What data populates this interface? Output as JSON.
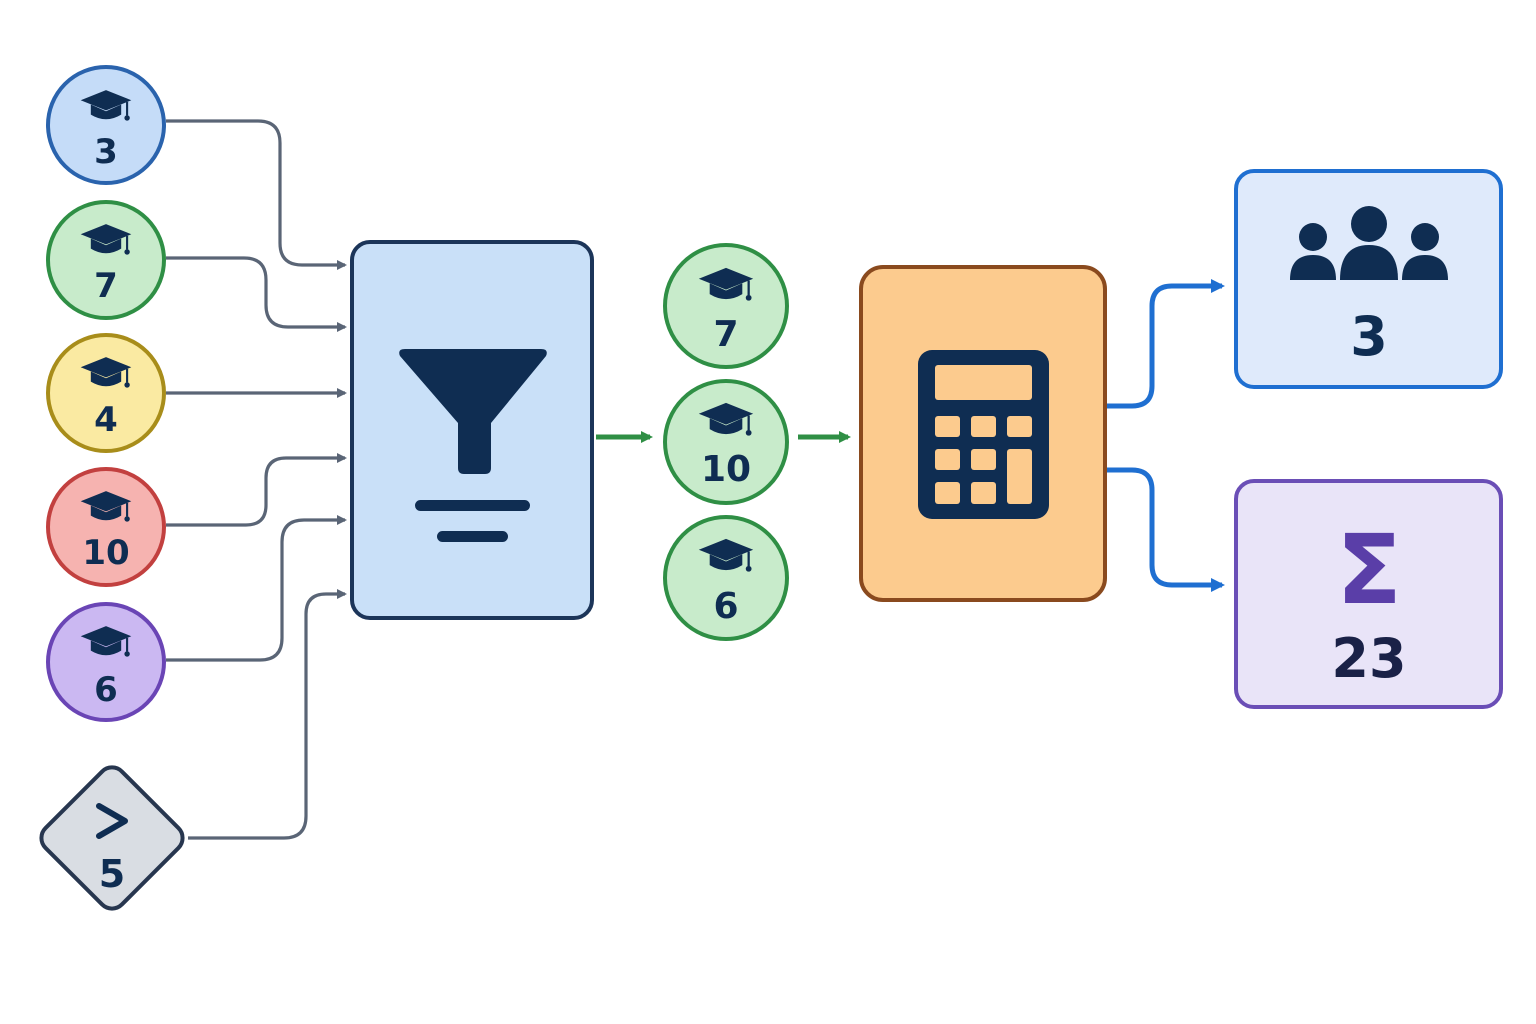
{
  "inputs": [
    {
      "value": "3",
      "icon": "graduation-cap-icon",
      "fill": "#c5dcf8",
      "stroke": "#2a63ad"
    },
    {
      "value": "7",
      "icon": "graduation-cap-icon",
      "fill": "#c8ebcb",
      "stroke": "#2f8f45"
    },
    {
      "value": "4",
      "icon": "graduation-cap-icon",
      "fill": "#faeaa2",
      "stroke": "#a88d1a"
    },
    {
      "value": "10",
      "icon": "graduation-cap-icon",
      "fill": "#f6b3b0",
      "stroke": "#c2403f"
    },
    {
      "value": "6",
      "icon": "graduation-cap-icon",
      "fill": "#cbb8f2",
      "stroke": "#6a45b5"
    }
  ],
  "threshold": {
    "value": "5",
    "icon": "greater-than-icon",
    "fill": "#d9dde3",
    "stroke": "#27364f"
  },
  "filter": {
    "icon": "filter-funnel-icon",
    "fill": "#c9e0f8",
    "stroke": "#1c3559"
  },
  "filtered": [
    {
      "value": "7",
      "icon": "graduation-cap-icon"
    },
    {
      "value": "10",
      "icon": "graduation-cap-icon"
    },
    {
      "value": "6",
      "icon": "graduation-cap-icon"
    }
  ],
  "calculator": {
    "icon": "calculator-icon",
    "fill": "#fccb8e",
    "stroke": "#8a4a1e"
  },
  "outputs": {
    "count": {
      "value": "3",
      "icon": "people-group-icon",
      "fill": "#dfeafb",
      "stroke": "#1f6fd1"
    },
    "sum": {
      "value": "23",
      "icon": "sigma-icon",
      "symbol": "Σ",
      "fill": "#e9e4f8",
      "stroke": "#6a4eb6"
    }
  },
  "colors": {
    "connector": "#5a6576",
    "green_arrow": "#2f8f45",
    "blue_arrow": "#1f6fd1",
    "icon_dark": "#0f2d52",
    "green_circle_fill": "#c8ebcb",
    "green_circle_stroke": "#2f8f45"
  }
}
